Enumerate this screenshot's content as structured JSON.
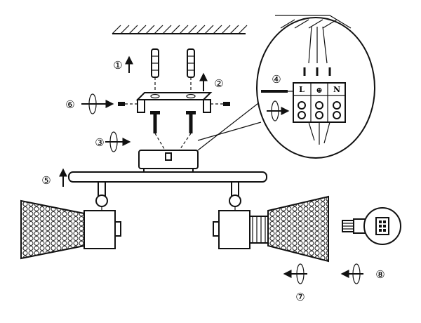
{
  "steps": [
    {
      "id": "1",
      "label": "①"
    },
    {
      "id": "2",
      "label": "②"
    },
    {
      "id": "3",
      "label": "③"
    },
    {
      "id": "4",
      "label": "④"
    },
    {
      "id": "5",
      "label": "⑤"
    },
    {
      "id": "6",
      "label": "⑥"
    },
    {
      "id": "7",
      "label": "⑦"
    },
    {
      "id": "8",
      "label": "⑧"
    }
  ],
  "terminals": {
    "live": "L",
    "earth": "⊕",
    "neutral": "N"
  },
  "icons": [
    "ceiling-hatch",
    "wall-plug",
    "mounting-bracket",
    "screw",
    "rotation-arrow",
    "terminal-block",
    "lamp-bar",
    "spotlight-head",
    "led-bulb"
  ]
}
